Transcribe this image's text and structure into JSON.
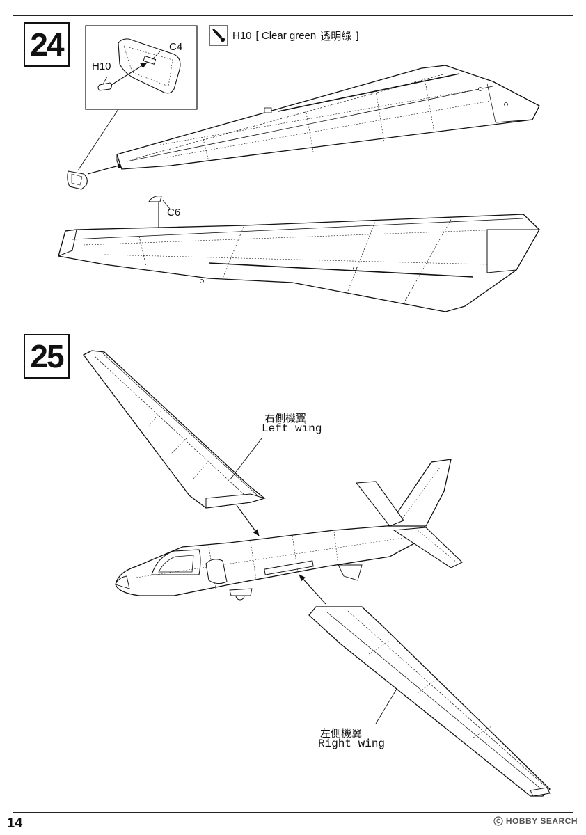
{
  "steps": {
    "step_24": "24",
    "step_25": "25"
  },
  "paint_note": {
    "part": "H10",
    "text": "[ Clear green",
    "cjk": "透明綠 ]"
  },
  "callouts": {
    "c4": "C4",
    "h10": "H10",
    "c6": "C6"
  },
  "wing_labels": {
    "left_cjk": "右側機翼",
    "left_en": "Left wing",
    "right_cjk": "左側機翼",
    "right_en": "Right wing"
  },
  "page_number": "14",
  "watermark": {
    "text": "HOBBY SEARCH"
  }
}
